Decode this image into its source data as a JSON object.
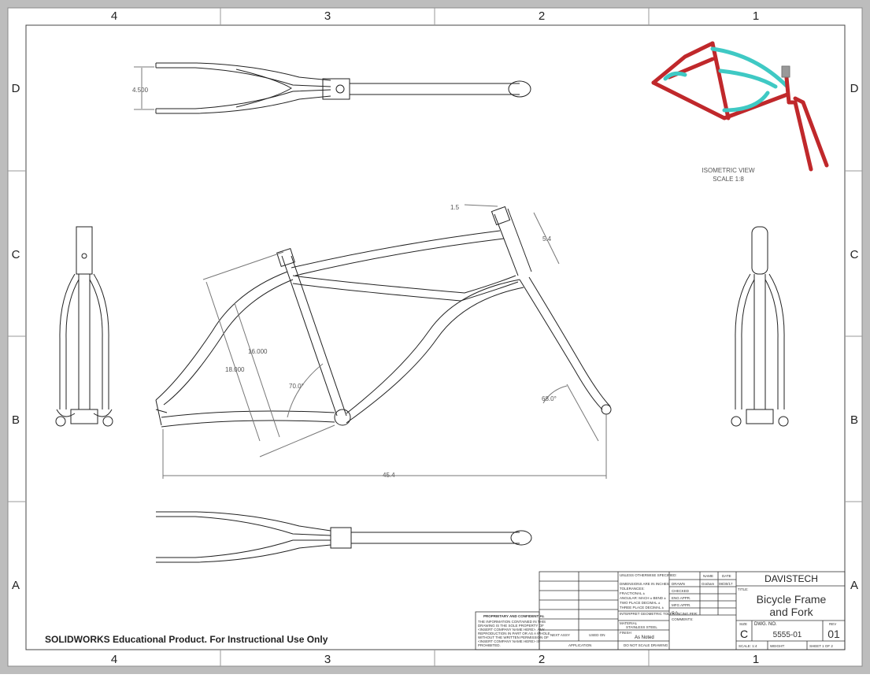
{
  "frame": {
    "col_labels_top": [
      "4",
      "3",
      "2",
      "1"
    ],
    "col_labels_bottom": [
      "4",
      "3",
      "2",
      "1"
    ],
    "row_labels_left": [
      "D",
      "C",
      "B",
      "A"
    ],
    "row_labels_right": [
      "D",
      "C",
      "B",
      "A"
    ]
  },
  "views": {
    "isometric_caption_line1": "ISOMETRIC VIEW",
    "isometric_caption_line2": "SCALE 1:8"
  },
  "dimensions": {
    "fork_width": "4.500",
    "head_offset": "1.5",
    "head_length": "5.4",
    "seat_tube_length_inner": "16.000",
    "seat_tube_length_outer": "18.000",
    "seat_angle": "70.0°",
    "head_angle": "68.0°",
    "overall_length": "45.4"
  },
  "colors": {
    "frame_red": "#c0282b",
    "frame_teal": "#3fc9c4",
    "border_gray": "#8a8a8a"
  },
  "title_block": {
    "company": "DAVISTECH",
    "title_label": "TITLE:",
    "title_line1": "Bicycle Frame",
    "title_line2": "and Fork",
    "size_label": "SIZE",
    "size": "C",
    "dwg_no_label": "DWG.  NO.",
    "dwg_no": "5555-01",
    "rev_label": "REV",
    "rev": "01",
    "scale": "SCALE: 1:4",
    "weight": "WEIGHT:",
    "sheet": "SHEET 1 OF 2",
    "name_header": "NAME",
    "date_header": "DATE",
    "drawn_label": "DRAWN",
    "drawn_name": "Graham",
    "drawn_date": "08/30/17",
    "checked_label": "CHECKED",
    "eng_appr": "ENG APPR.",
    "mfg_appr": "MFG APPR.",
    "qa": "Q.A.",
    "comments": "COMMENTS:",
    "unless": "UNLESS OTHERWISE SPECIFIED:",
    "dims_inches": "DIMENSIONS ARE IN INCHES",
    "tolerances": "TOLERANCES:",
    "fractional": "FRACTIONAL ±",
    "angular": "ANGULAR: MACH ±   BEND ±",
    "two_place": "TWO PLACE DECIMAL  ±",
    "three_place": "THREE PLACE DECIMAL  ±",
    "interpret": "INTERPRET GEOMETRIC TOLERANCING PER:",
    "material_label": "MATERIAL",
    "material": "STAINLESS STEEL",
    "finish_label": "FINISH",
    "finish": "As Noted",
    "do_not_scale": "DO NOT SCALE DRAWING",
    "next_assy": "NEXT ASSY",
    "used_on": "USED ON",
    "application": "APPLICATION",
    "proprietary_title": "PROPRIETARY AND CONFIDENTIAL",
    "proprietary_l1": "THE INFORMATION CONTAINED IN THIS",
    "proprietary_l2": "DRAWING IS THE SOLE PROPERTY OF",
    "proprietary_l3": "<INSERT COMPANY NAME HERE>.  ANY",
    "proprietary_l4": "REPRODUCTION IN PART OR AS A WHOLE",
    "proprietary_l5": "WITHOUT THE WRITTEN PERMISSION OF",
    "proprietary_l6": "<INSERT COMPANY NAME HERE> IS",
    "proprietary_l7": "PROHIBITED."
  },
  "footer": {
    "edu_notice": "SOLIDWORKS Educational Product. For Instructional Use Only"
  }
}
